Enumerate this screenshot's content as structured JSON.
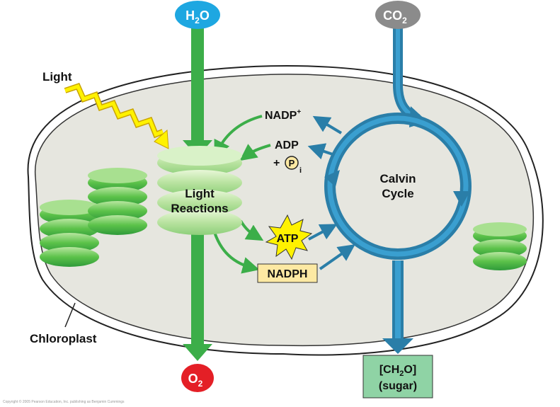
{
  "labels": {
    "h2o_main": "H",
    "h2o_sub": "2",
    "h2o_tail": "O",
    "co2_main": "CO",
    "co2_sub": "2",
    "o2_main": "O",
    "o2_sub": "2",
    "light": "Light",
    "chloroplast": "Chloroplast",
    "light_reactions_line1": "Light",
    "light_reactions_line2": "Reactions",
    "calvin_line1": "Calvin",
    "calvin_line2": "Cycle",
    "nadp_main": "NADP",
    "nadp_sup": "+",
    "adp": "ADP",
    "plus": "+",
    "pi_letter": "P",
    "pi_sub": "i",
    "atp": "ATP",
    "nadph": "NADPH",
    "sugar_line1_a": "[CH",
    "sugar_line1_sub": "2",
    "sugar_line1_b": "O]",
    "sugar_line2": "(sugar)",
    "copyright": "Copyright © 2005 Pearson Education, Inc. publishing as Benjamin Cummings"
  },
  "colors": {
    "h2o_bubble": "#1ea7e1",
    "co2_bubble": "#8b8b8b",
    "o2_bubble": "#e41f26",
    "green_arrow": "#3cae49",
    "blue_arrow": "#2a7ea8",
    "stroma": "#e6e6df",
    "light_bolt": "#fff200",
    "atp_burst": "#fff200",
    "nadph_box": "#fde9a3",
    "sugar_box": "#8fd3a5"
  },
  "icons": {
    "light": "lightning-bolt-icon",
    "atp": "starburst-icon",
    "phosphate": "circled-p-icon"
  }
}
